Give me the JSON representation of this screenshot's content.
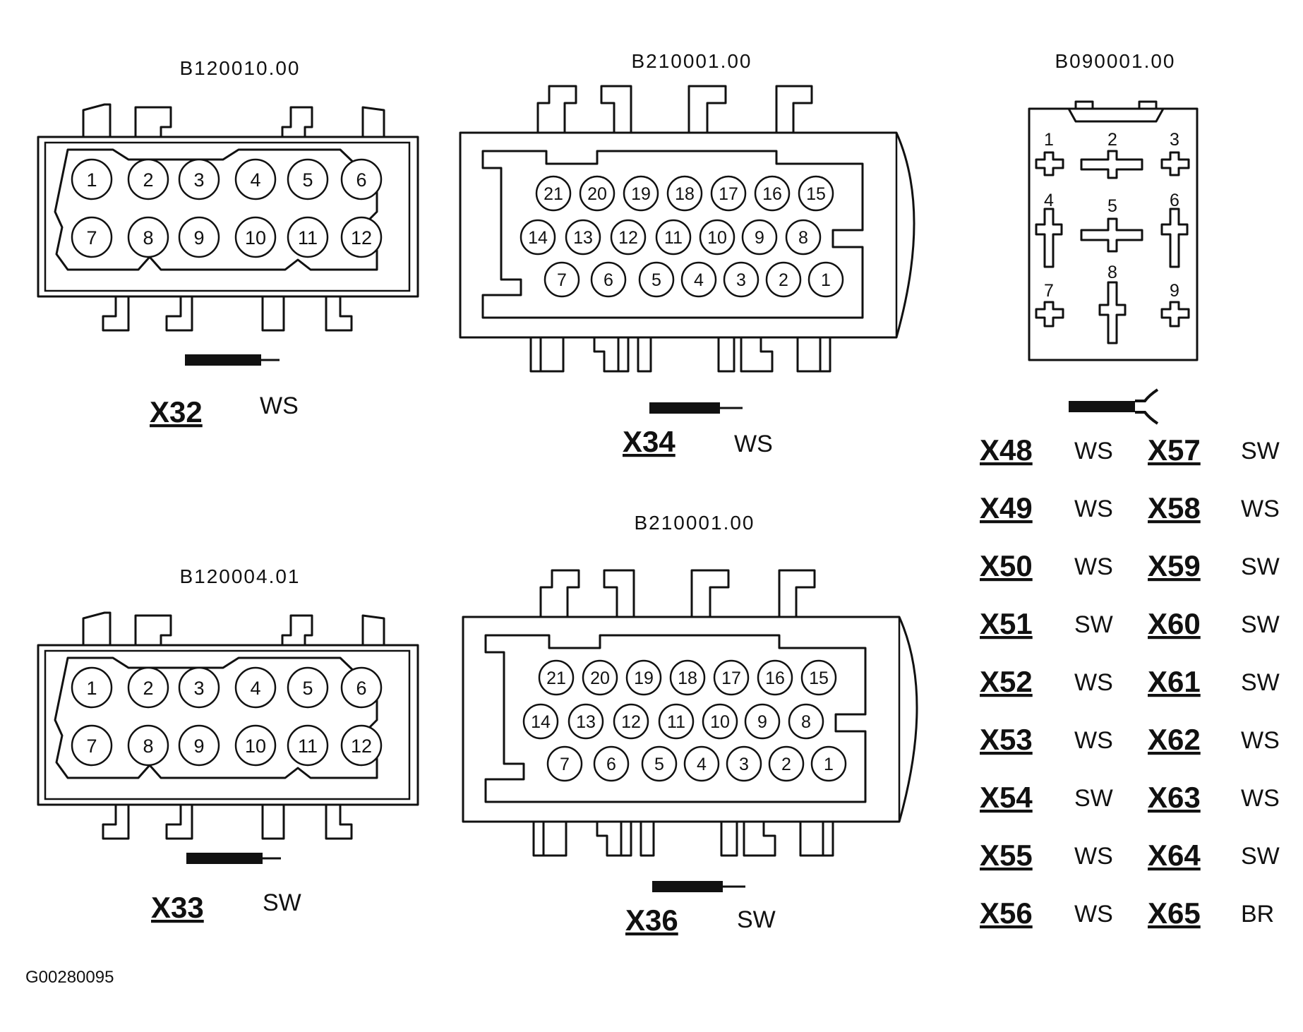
{
  "connectors": {
    "c12a": {
      "part_no": "B120010.00",
      "id": "X32",
      "color": "WS",
      "pins_top": [
        "1",
        "2",
        "3",
        "4",
        "5",
        "6"
      ],
      "pins_bottom": [
        "7",
        "8",
        "9",
        "10",
        "11",
        "12"
      ]
    },
    "c12b": {
      "part_no": "B120004.01",
      "id": "X33",
      "color": "SW",
      "pins_top": [
        "1",
        "2",
        "3",
        "4",
        "5",
        "6"
      ],
      "pins_bottom": [
        "7",
        "8",
        "9",
        "10",
        "11",
        "12"
      ]
    },
    "c21a": {
      "part_no": "B210001.00",
      "id": "X34",
      "color": "WS",
      "row1": [
        "21",
        "20",
        "19",
        "18",
        "17",
        "16",
        "15"
      ],
      "row2": [
        "14",
        "13",
        "12",
        "11",
        "10",
        "9",
        "8"
      ],
      "row3": [
        "7",
        "6",
        "5",
        "4",
        "3",
        "2",
        "1"
      ]
    },
    "c21b": {
      "part_no": "B210001.00",
      "id": "X36",
      "color": "SW",
      "row1": [
        "21",
        "20",
        "19",
        "18",
        "17",
        "16",
        "15"
      ],
      "row2": [
        "14",
        "13",
        "12",
        "11",
        "10",
        "9",
        "8"
      ],
      "row3": [
        "7",
        "6",
        "5",
        "4",
        "3",
        "2",
        "1"
      ]
    },
    "c9": {
      "part_no": "B090001.00",
      "pins": [
        "1",
        "2",
        "3",
        "4",
        "5",
        "6",
        "7",
        "8",
        "9"
      ]
    }
  },
  "terminal_list": [
    {
      "left": {
        "id": "X48",
        "color": "WS"
      },
      "right": {
        "id": "X57",
        "color": "SW"
      }
    },
    {
      "left": {
        "id": "X49",
        "color": "WS"
      },
      "right": {
        "id": "X58",
        "color": "WS"
      }
    },
    {
      "left": {
        "id": "X50",
        "color": "WS"
      },
      "right": {
        "id": "X59",
        "color": "SW"
      }
    },
    {
      "left": {
        "id": "X51",
        "color": "SW"
      },
      "right": {
        "id": "X60",
        "color": "SW"
      }
    },
    {
      "left": {
        "id": "X52",
        "color": "WS"
      },
      "right": {
        "id": "X61",
        "color": "SW"
      }
    },
    {
      "left": {
        "id": "X53",
        "color": "WS"
      },
      "right": {
        "id": "X62",
        "color": "WS"
      }
    },
    {
      "left": {
        "id": "X54",
        "color": "SW"
      },
      "right": {
        "id": "X63",
        "color": "WS"
      }
    },
    {
      "left": {
        "id": "X55",
        "color": "WS"
      },
      "right": {
        "id": "X64",
        "color": "SW"
      }
    },
    {
      "left": {
        "id": "X56",
        "color": "WS"
      },
      "right": {
        "id": "X65",
        "color": "BR"
      }
    }
  ],
  "figure_id": "G00280095",
  "colors": {
    "ink": "#111111",
    "paper": "#ffffff"
  }
}
